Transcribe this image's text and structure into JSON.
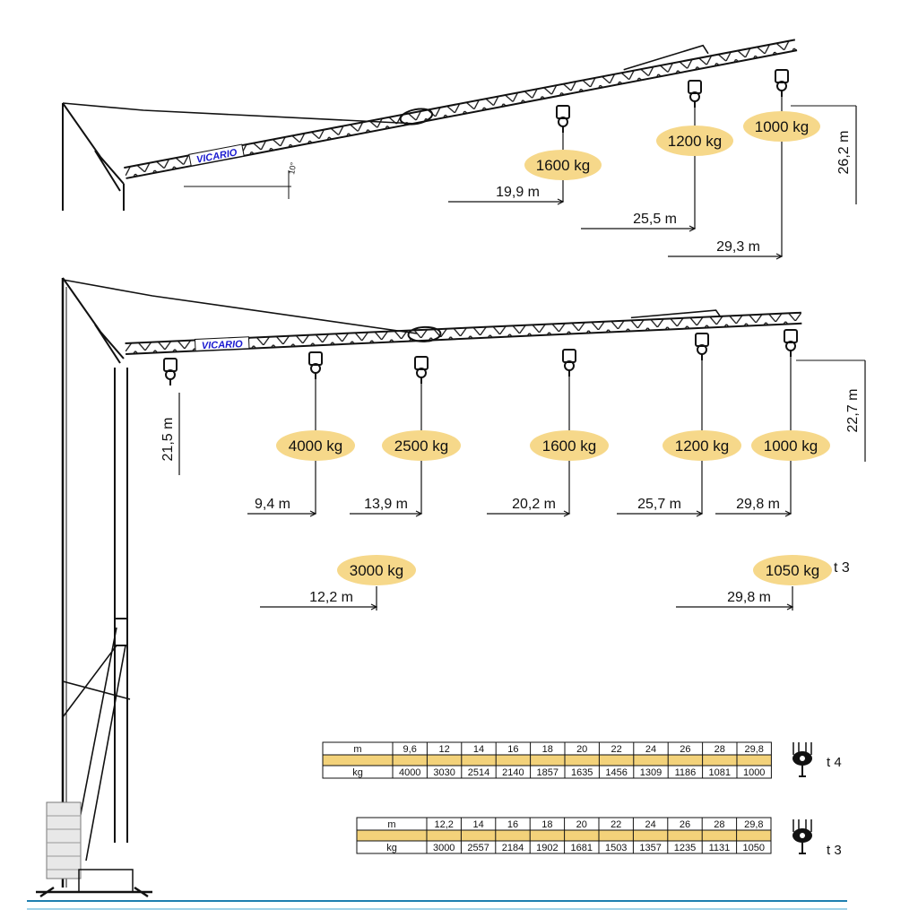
{
  "brand": "VICARIO",
  "angle_label": "10°",
  "colors": {
    "pill": "#f6d88a",
    "table_band": "#f3d27a",
    "ground": "#1f7fb0",
    "mast": "#111111"
  },
  "top_config": {
    "loads": [
      {
        "label": "1600 kg",
        "radius": "19,9 m"
      },
      {
        "label": "1200 kg",
        "radius": "25,5 m"
      },
      {
        "label": "1000 kg",
        "radius": "29,3 m"
      }
    ],
    "height": "26,2  m"
  },
  "bottom_config": {
    "hook_height": "21,5 m",
    "height": "22,7  m",
    "loads": [
      {
        "label": "4000 kg",
        "radius": "9,4 m"
      },
      {
        "label": "2500 kg",
        "radius": "13,9 m"
      },
      {
        "label": "1600 kg",
        "radius": "20,2 m"
      },
      {
        "label": "1200 kg",
        "radius": "25,7 m"
      },
      {
        "label": "1000 kg",
        "radius": "29,8 m"
      }
    ],
    "t3_loads": [
      {
        "label": "3000 kg",
        "radius": "12,2 m"
      },
      {
        "label": "1050 kg",
        "radius": "29,8 m"
      }
    ],
    "t3_note": "t 3"
  },
  "tables": [
    {
      "row_head_m": "m",
      "row_head_kg": "kg",
      "m": [
        "9,6",
        "12",
        "14",
        "16",
        "18",
        "20",
        "22",
        "24",
        "26",
        "28",
        "29,8"
      ],
      "kg": [
        "4000",
        "3030",
        "2514",
        "2140",
        "1857",
        "1635",
        "1456",
        "1309",
        "1186",
        "1081",
        "1000"
      ],
      "note": "t  4",
      "hook_icon": "hook-block-4-fall-icon"
    },
    {
      "row_head_m": "m",
      "row_head_kg": "kg",
      "m": [
        "12,2",
        "14",
        "16",
        "18",
        "20",
        "22",
        "24",
        "26",
        "28",
        "29,8"
      ],
      "kg": [
        "3000",
        "2557",
        "2184",
        "1902",
        "1681",
        "1503",
        "1357",
        "1235",
        "1131",
        "1050"
      ],
      "note": "t  3",
      "hook_icon": "hook-block-3-fall-icon"
    }
  ]
}
